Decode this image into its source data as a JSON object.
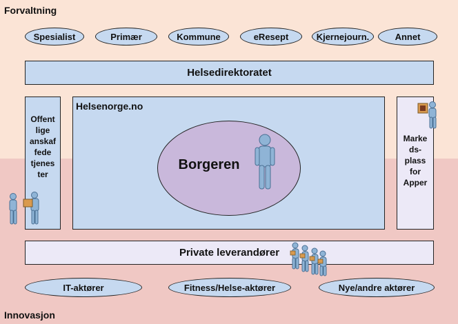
{
  "sections": {
    "top": "Forvaltning",
    "bottom": "Innovasjon"
  },
  "top_pills": [
    "Spesialist",
    "Primær",
    "Kommune",
    "eResept",
    "Kjernejourn.",
    "Annet"
  ],
  "helsedirektoratet": "Helsedirektoratet",
  "helsenorge": "Helsenorge.no",
  "borgeren": "Borgeren",
  "left_box": "Offent\nlige\nanskaf\nfede\ntjenes\nter",
  "right_box": "Marke\nds-\nplass\nfor\nApper",
  "private": "Private leverandører",
  "bottom_pills": [
    "IT-aktører",
    "Fitness/Helse-aktører",
    "Nye/andre aktører"
  ],
  "icons": [
    "person-icon",
    "person-with-box-icon",
    "person-at-screen-icon",
    "group-of-people-icon"
  ],
  "colors": {
    "top_band": "#fbe4d6",
    "bottom_band": "#f0c8c4",
    "box_blue": "#c6d9f0",
    "box_lavender": "#ece9f7",
    "ellipse": "#c9b8db"
  }
}
